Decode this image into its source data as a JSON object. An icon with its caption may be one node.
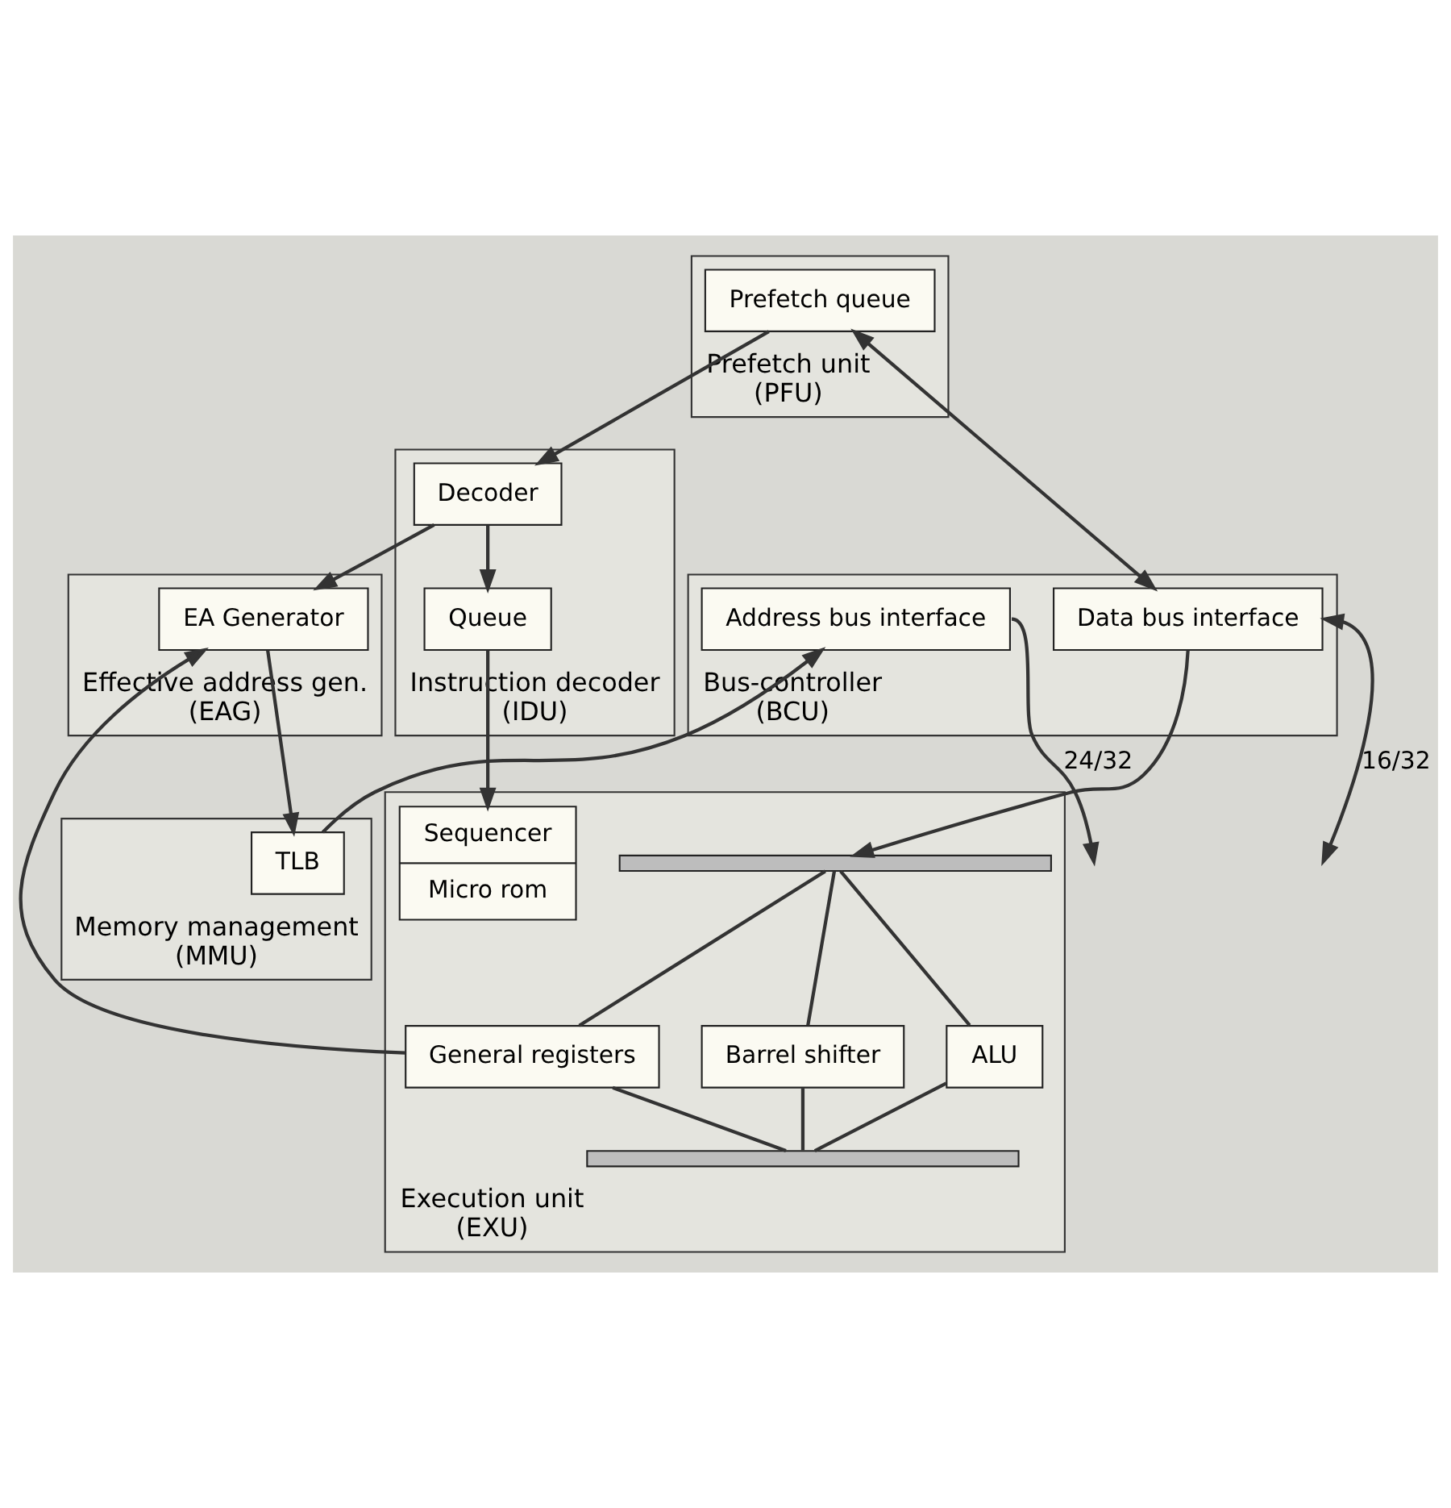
{
  "diagram": {
    "nodes": [
      {
        "text": [
          "Prefetch unit",
          "(PFU)"
        ]
      },
      {
        "text": [
          "Prefetch queue"
        ],
        "in": 0
      },
      {
        "text": [
          "Bus-controller",
          "(BCU)"
        ]
      },
      {
        "text": [
          "Data bus interface"
        ],
        "in": 2
      },
      {
        "text": [
          "Address bus interface"
        ],
        "in": 2
      },
      {
        "text": [
          "Instruction decoder",
          "(IDU)"
        ]
      },
      {
        "text": [
          "Decoder"
        ],
        "in": 5
      },
      {
        "text": [
          "Queue"
        ],
        "in": 5
      },
      {
        "text": [
          "Effective address gen.",
          "(EAG)"
        ]
      },
      {
        "text": [
          "EA Generator"
        ],
        "in": 8
      },
      {
        "text": [
          "Memory management",
          "(MMU)"
        ]
      },
      {
        "text": [
          "TLB"
        ],
        "in": 10
      },
      {
        "text": [
          "Execution unit",
          "(EXU)"
        ]
      },
      {
        "text": [
          "Sequencer",
          "Micro rom"
        ],
        "in": 12
      },
      {
        "text": [],
        "shape": "bar",
        "in": 12
      },
      {
        "text": [
          "General registers"
        ],
        "in": 12
      },
      {
        "text": [
          "ALU"
        ],
        "in": 12
      },
      {
        "text": [
          "Barrel shifter"
        ],
        "in": 12
      },
      {
        "text": [],
        "shape": "bar",
        "in": 12
      }
    ],
    "edges": [
      {
        "from": 1,
        "to": 3,
        "arrow": "both"
      },
      {
        "from": 3,
        "to": null,
        "arrow": "both",
        "label": "16/32"
      },
      {
        "from": 4,
        "to": null,
        "arrow": "to",
        "label": "24/32"
      },
      {
        "from": 1,
        "to": 6,
        "arrow": "to"
      },
      {
        "from": 6,
        "to": 9,
        "arrow": "to"
      },
      {
        "from": 9,
        "to": 11,
        "arrow": "to"
      },
      {
        "from": 11,
        "to": 4,
        "arrow": "to"
      },
      {
        "from": 6,
        "to": 7,
        "arrow": "to"
      },
      {
        "from": 7,
        "to": 13,
        "arrow": "to"
      },
      {
        "from": 3,
        "to": 14,
        "arrow": "to"
      },
      {
        "from": 15,
        "to": 9,
        "arrow": "to"
      },
      {
        "from": 14,
        "to": 15,
        "arrow": "none"
      },
      {
        "from": 14,
        "to": 16,
        "arrow": "none"
      },
      {
        "from": 14,
        "to": 17,
        "arrow": "none"
      },
      {
        "from": 15,
        "to": 18,
        "arrow": "none"
      },
      {
        "from": 16,
        "to": 18,
        "arrow": "none"
      },
      {
        "from": 17,
        "to": 18,
        "arrow": "none"
      }
    ]
  }
}
